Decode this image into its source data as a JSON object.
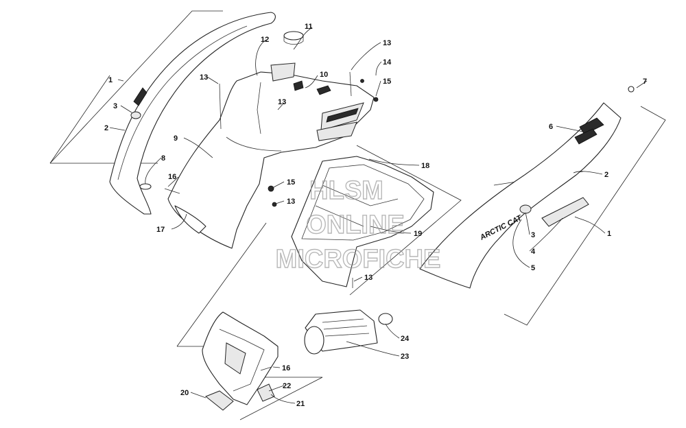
{
  "watermark": {
    "line1": "HLSM",
    "line2": "ONLINE",
    "line3": "MICROFICHE"
  },
  "decal_text": "ARCTIC CAT",
  "callouts": {
    "c1_left": "1",
    "c2_left": "2",
    "c3_left": "3",
    "c8": "8",
    "c9": "9",
    "c10": "10",
    "c11": "11",
    "c12": "12",
    "c13_a": "13",
    "c13_b": "13",
    "c13_c": "13",
    "c13_d": "13",
    "c13_e": "13",
    "c14": "14",
    "c15_a": "15",
    "c15_b": "15",
    "c16_a": "16",
    "c16_b": "16",
    "c17": "17",
    "c18": "18",
    "c19": "19",
    "c20": "20",
    "c21": "21",
    "c22": "22",
    "c23": "23",
    "c24": "24",
    "c1_right": "1",
    "c2_right": "2",
    "c3_right": "3",
    "c4": "4",
    "c5": "5",
    "c6": "6",
    "c7": "7"
  }
}
